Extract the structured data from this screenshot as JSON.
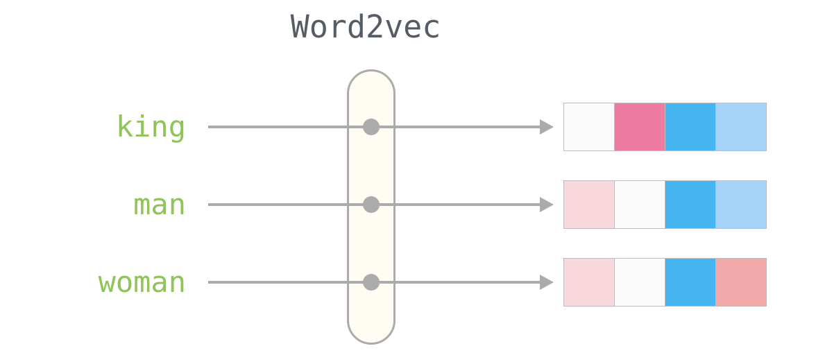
{
  "title": "Word2vec",
  "diagram": {
    "type": "word-embedding-diagram",
    "description_elements": [
      "input words",
      "word2vec model capsule with nodes",
      "output embedding vectors as colored cells"
    ]
  },
  "words": [
    {
      "label": "king",
      "vector_colors": [
        "#fbfbfb",
        "#ee7ca2",
        "#47b5f2",
        "#a6d4f8"
      ]
    },
    {
      "label": "man",
      "vector_colors": [
        "#f8d8dc",
        "#fbfbfb",
        "#47b5f2",
        "#a6d4f8"
      ]
    },
    {
      "label": "woman",
      "vector_colors": [
        "#f8d8dc",
        "#fbfbfb",
        "#47b5f2",
        "#f1a9a9"
      ]
    }
  ],
  "colors": {
    "title_text": "#565c66",
    "word_label": "#90c35a",
    "line_gray": "#ababab",
    "dot_gray": "#ababab",
    "capsule_fill": "#fffdf3",
    "capsule_border": "#ababab",
    "cell_border": "#bdbdbd"
  }
}
